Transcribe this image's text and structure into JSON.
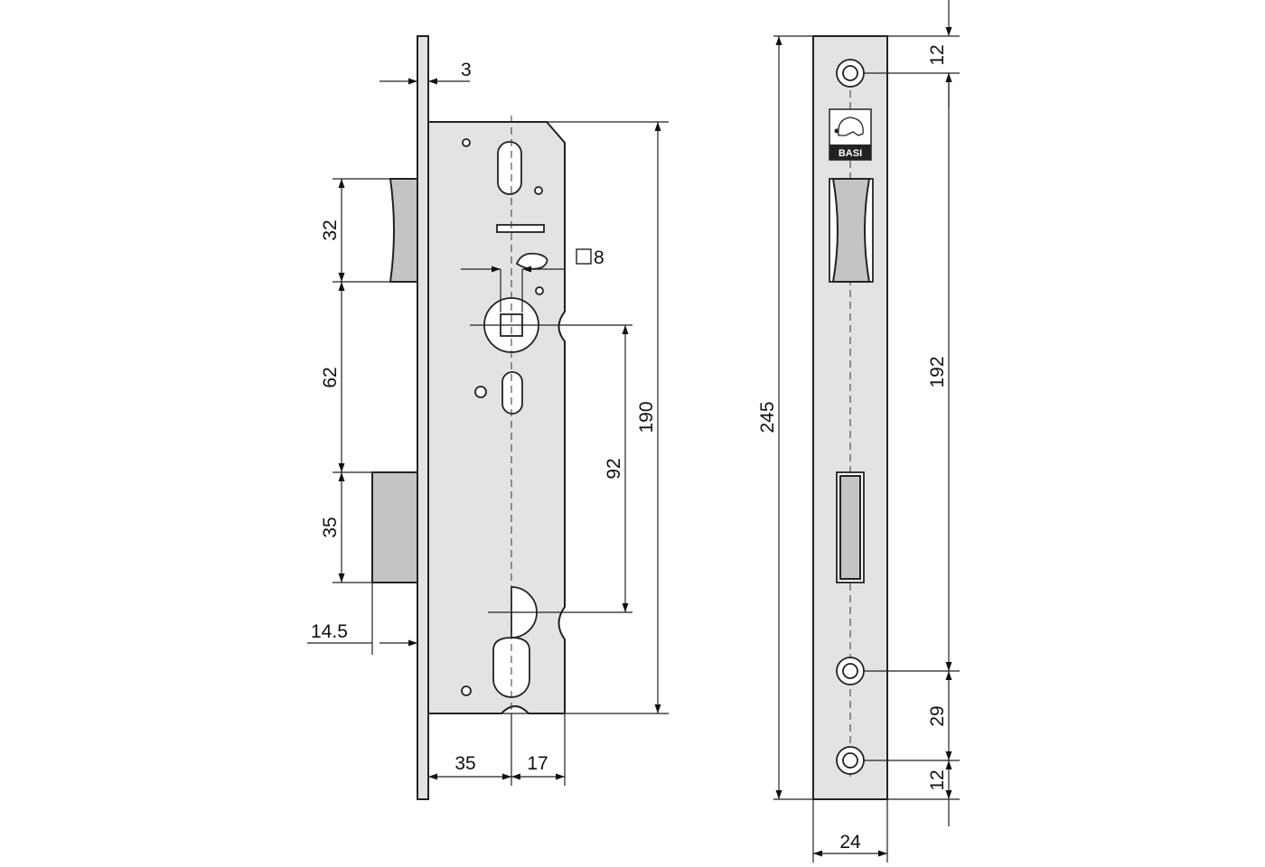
{
  "dimensions": {
    "faceplate_thickness": "3",
    "latch_height": "32",
    "latch_to_bolt": "62",
    "bolt_height": "35",
    "bolt_throw": "14.5",
    "square_spindle": "8",
    "spindle_to_cylinder": "92",
    "case_height": "190",
    "backset": "35",
    "cylinder_offset": "17",
    "plate_length": "245",
    "screw_hole_top": "12",
    "screw_hole_spacing": "192",
    "screw_hole_gap": "29",
    "screw_hole_bottom": "12",
    "plate_width": "24"
  },
  "logo": {
    "text": "BASI"
  },
  "colors": {
    "body": "#e3e3e3",
    "bolt": "#c4c4c4",
    "line": "#222222"
  }
}
